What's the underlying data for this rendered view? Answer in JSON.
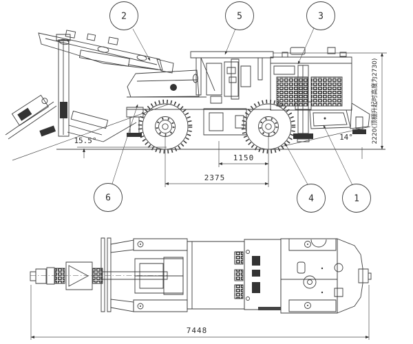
{
  "drawing": {
    "type": "engineering-two-view-drawing",
    "subject": "underground drilling rig / roof bolter, side elevation and plan view",
    "colors": {
      "line": "#3b3b3b",
      "text": "#2b2b2b",
      "background": "#ffffff"
    }
  },
  "callouts": [
    {
      "label": "2"
    },
    {
      "label": "5"
    },
    {
      "label": "3"
    },
    {
      "label": "6"
    },
    {
      "label": "4"
    },
    {
      "label": "1"
    }
  ],
  "dimensions": {
    "front_angle": "15.5°",
    "rear_angle": "14°",
    "axle_to_jack": "1150",
    "wheelbase": "2375",
    "overall_length": "7448",
    "height_note": "2220(顶棚升起时高度为2730)"
  }
}
